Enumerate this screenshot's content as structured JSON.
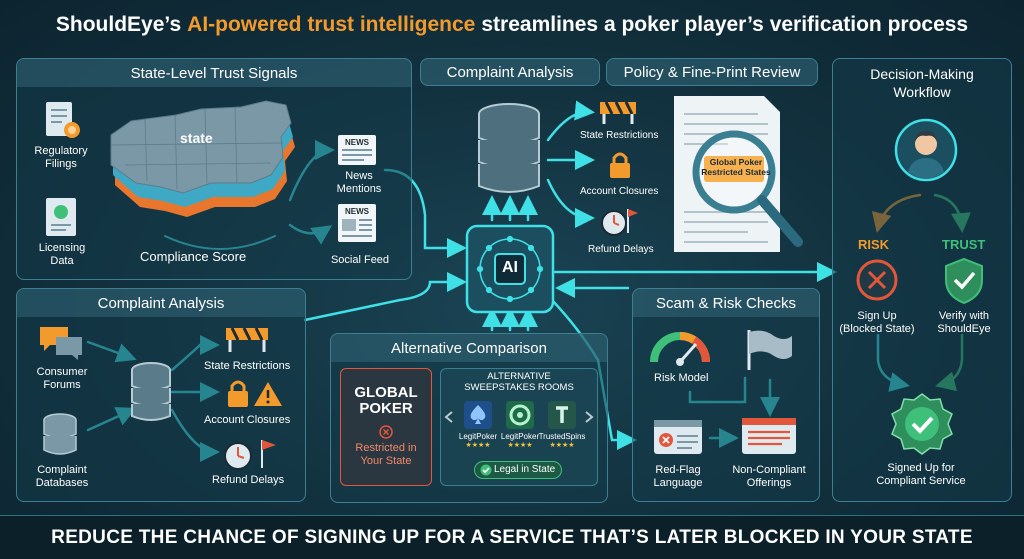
{
  "title": {
    "prefix": "ShouldEye’s",
    "accent": "AI-powered trust intelligence",
    "suffix": "streamlines a poker player’s verification process"
  },
  "state_signals": {
    "header": "State-Level Trust Signals",
    "map_label": "state",
    "regulatory": "Regulatory\nFilings",
    "licensing": "Licensing\nData",
    "compliance": "Compliance Score",
    "news": "News\nMentions",
    "social": "Social Feed",
    "news_tag": "NEWS"
  },
  "complaint_top": {
    "header": "Complaint Analysis"
  },
  "policy": {
    "header": "Policy & Fine-Print Review",
    "state_restrictions": "State Restrictions",
    "account_closures": "Account Closures",
    "refund_delays": "Refund Delays",
    "doc_highlight": "Global Poker\nRestricted States"
  },
  "ai_label": "AI",
  "complaint_bottom": {
    "header": "Complaint Analysis",
    "consumer_forums": "Consumer\nForums",
    "complaint_databases": "Complaint\nDatabases",
    "state_restrictions": "State Restrictions",
    "account_closures": "Account Closures",
    "refund_delays": "Refund Delays"
  },
  "alternative": {
    "header": "Alternative Comparison",
    "brand_line1": "GLOBAL",
    "brand_line2": "POKER",
    "restricted": "Restricted in\nYour State",
    "rooms_title": "ALTERNATIVE\nSWEEPSTAKES ROOMS",
    "rooms": [
      {
        "name": "LegitPoker",
        "stars": "★★★★"
      },
      {
        "name": "LegitPoker",
        "stars": "★★★★"
      },
      {
        "name": "TrustedSpins",
        "stars": "★★★★"
      }
    ],
    "legal_badge": "Legal in State"
  },
  "scam": {
    "header": "Scam & Risk Checks",
    "risk_model": "Risk Model",
    "red_flag": "Red-Flag\nLanguage",
    "non_compliant": "Non-Compliant\nOfferings"
  },
  "decision": {
    "header": "Decision-Making\nWorkflow",
    "risk": "RISK",
    "trust": "TRUST",
    "sign_up_blocked": "Sign Up\n(Blocked State)",
    "verify": "Verify with\nShouldEye",
    "signed_up": "Signed Up for\nCompliant Service"
  },
  "footer": "REDUCE THE CHANCE OF SIGNING UP FOR A SERVICE THAT’S LATER BLOCKED IN YOUR STATE",
  "colors": {
    "background": "#12303d",
    "accent_orange": "#f39a2c",
    "glow_cyan": "#3fe0e6",
    "risk_red": "#e2573b",
    "trust_green": "#3fc07a"
  }
}
